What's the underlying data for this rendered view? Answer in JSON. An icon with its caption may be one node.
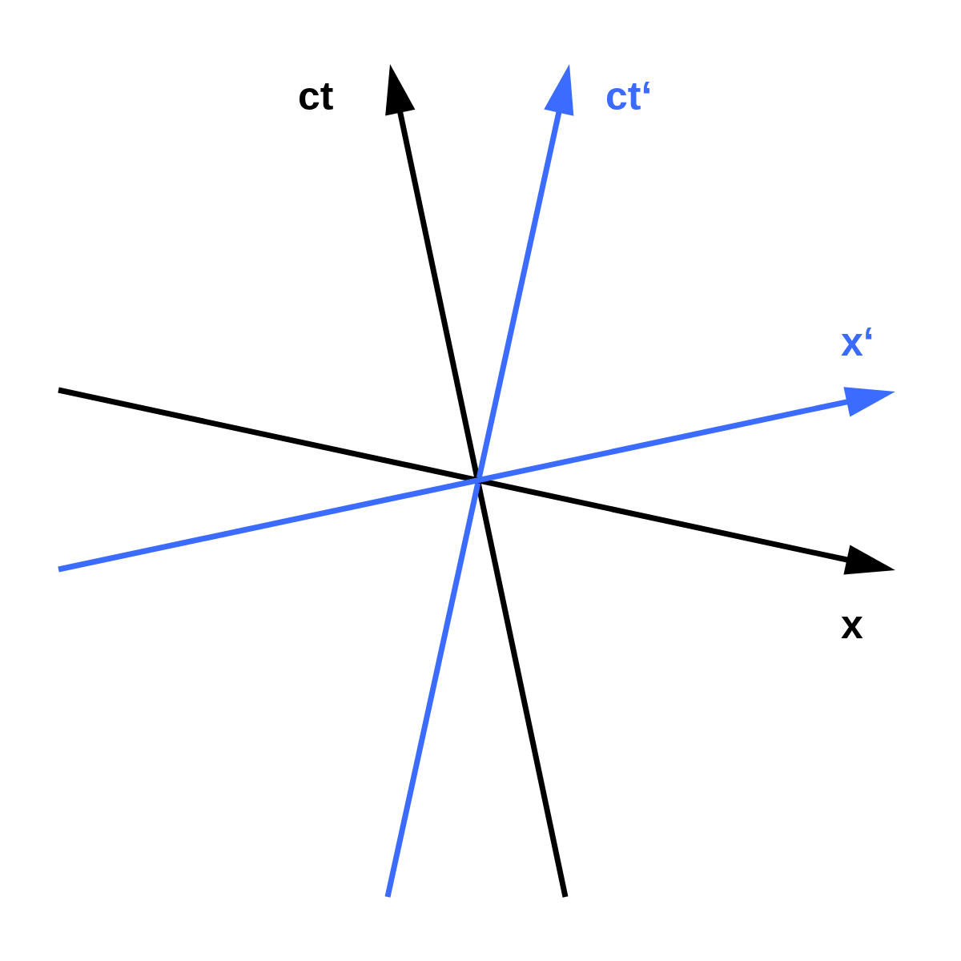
{
  "diagram": {
    "labels": [
      "ct",
      "ct‘",
      "x‘",
      "x"
    ]
  }
}
